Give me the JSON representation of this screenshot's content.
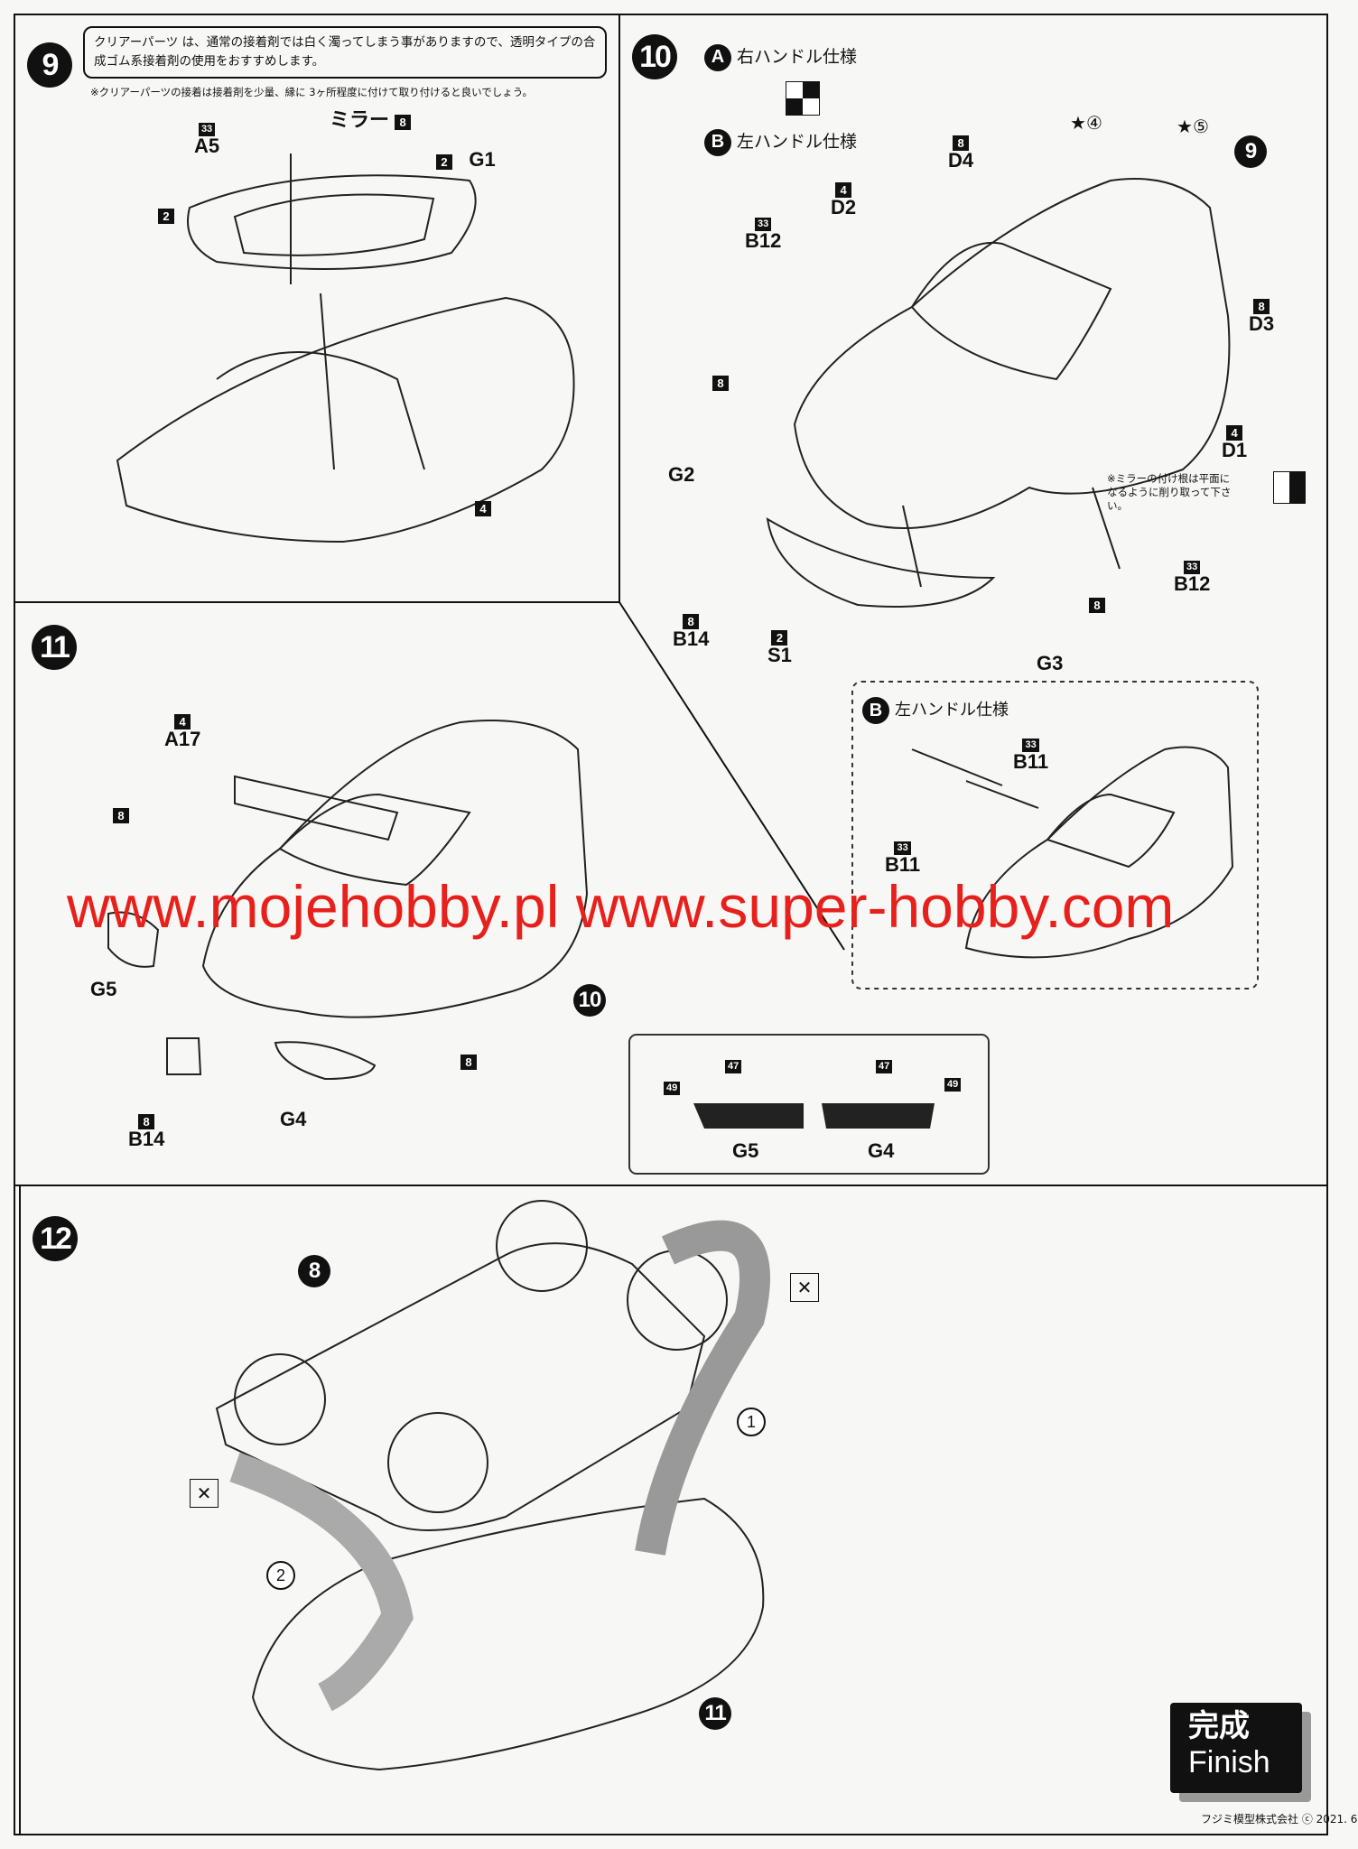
{
  "step9": {
    "number": "9",
    "note": "クリアーパーツ は、通常の接着剤では白く濁ってしまう事がありますので、透明タイプの合成ゴム系接着剤の使用をおすすめします。",
    "footnote": "※クリアーパーツの接着は接着剤を少量、縁に 3ヶ所程度に付けて取り付けると良いでしょう。",
    "labels": {
      "a5_color": "33",
      "a5": "A5",
      "mirror": "ミラー",
      "mirror_color": "8",
      "g1_color": "2",
      "g1": "G1",
      "body_color": "2",
      "body4": "4"
    }
  },
  "step10": {
    "number": "10",
    "option_a": {
      "badge": "A",
      "label": "右ハンドル仕様"
    },
    "option_b": {
      "badge": "B",
      "label": "左ハンドル仕様"
    },
    "star4": "④",
    "star5": "⑤",
    "ref9": "9",
    "parts": [
      {
        "color": "8",
        "part": "D4"
      },
      {
        "color": "4",
        "part": "D2"
      },
      {
        "color": "33",
        "part": "B12"
      },
      {
        "color": "8",
        "part": "D3"
      },
      {
        "color": "8",
        "part": ""
      },
      {
        "color": "",
        "part": "G2"
      },
      {
        "color": "4",
        "part": "D1"
      },
      {
        "color": "33",
        "part": "B12"
      },
      {
        "color": "8",
        "part": ""
      },
      {
        "color": "8",
        "part": "B14"
      },
      {
        "color": "2",
        "part": "S1"
      },
      {
        "color": "",
        "part": "G3"
      }
    ],
    "mirror_note": "※ミラーの付け根は平面になるように削り取って下さい。",
    "lhd_box": {
      "badge": "B",
      "label": "左ハンドル仕様",
      "parts": [
        {
          "color": "33",
          "part": "B11"
        },
        {
          "color": "33",
          "part": "B11"
        }
      ]
    }
  },
  "step11": {
    "number": "11",
    "parts": [
      {
        "color": "4",
        "part": "A17"
      },
      {
        "color": "8",
        "part": ""
      },
      {
        "color": "",
        "part": "G5"
      },
      {
        "color": "8",
        "part": ""
      },
      {
        "color": "8",
        "part": "B14"
      },
      {
        "color": "",
        "part": "G4"
      }
    ],
    "ref10": "10",
    "color_box": {
      "g5": "G5",
      "g4": "G4",
      "c49a": "49",
      "c47a": "47",
      "c47b": "47",
      "c49b": "49"
    }
  },
  "step12": {
    "number": "12",
    "ref8": "8",
    "order1": "1",
    "order2": "2",
    "ref11": "11"
  },
  "finish": {
    "jp": "完成",
    "en": "Finish"
  },
  "copyright": "フジミ模型株式会社 ⓒ 2021. 6",
  "watermark": "www.mojehobby.pl www.super-hobby.com"
}
